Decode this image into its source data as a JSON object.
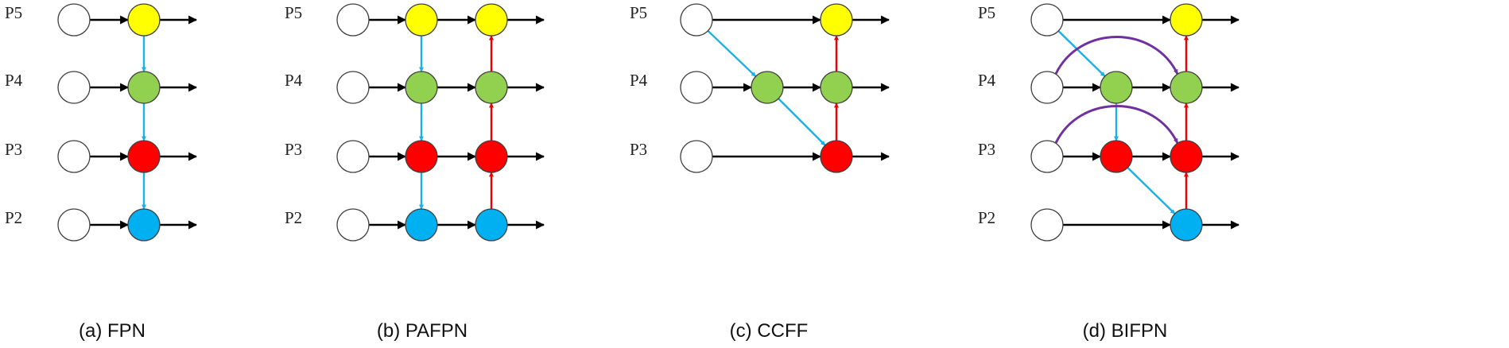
{
  "colors": {
    "input": "#ffffff",
    "p5": "#ffff00",
    "p4": "#92d050",
    "p3": "#ff0000",
    "p2": "#00b0f0",
    "lateral": "#000000",
    "top_down": "#1ab0e8",
    "bottom_up": "#ee0000",
    "skip": "#7030a0"
  },
  "panels": [
    {
      "caption": "(a) FPN",
      "levels": [
        "P5",
        "P4",
        "P3",
        "P2"
      ],
      "nodes": [
        {
          "id": "i5",
          "fill": "input"
        },
        {
          "id": "i4",
          "fill": "input"
        },
        {
          "id": "i3",
          "fill": "input"
        },
        {
          "id": "i2",
          "fill": "input"
        },
        {
          "id": "t5",
          "fill": "p5"
        },
        {
          "id": "t4",
          "fill": "p4"
        },
        {
          "id": "t3",
          "fill": "p3"
        },
        {
          "id": "t2",
          "fill": "p2"
        }
      ],
      "edges": [
        {
          "from": "i5",
          "to": "t5",
          "kind": "lateral"
        },
        {
          "from": "i4",
          "to": "t4",
          "kind": "lateral"
        },
        {
          "from": "i3",
          "to": "t3",
          "kind": "lateral"
        },
        {
          "from": "i2",
          "to": "t2",
          "kind": "lateral"
        },
        {
          "from": "t5",
          "to": "t4",
          "kind": "top_down"
        },
        {
          "from": "t4",
          "to": "t3",
          "kind": "top_down"
        },
        {
          "from": "t3",
          "to": "t2",
          "kind": "top_down"
        },
        {
          "from": "t5",
          "to": "out",
          "kind": "lateral"
        },
        {
          "from": "t4",
          "to": "out",
          "kind": "lateral"
        },
        {
          "from": "t3",
          "to": "out",
          "kind": "lateral"
        },
        {
          "from": "t2",
          "to": "out",
          "kind": "lateral"
        }
      ]
    },
    {
      "caption": "(b) PAFPN",
      "levels": [
        "P5",
        "P4",
        "P3",
        "P2"
      ],
      "nodes": [
        {
          "id": "i5",
          "fill": "input"
        },
        {
          "id": "i4",
          "fill": "input"
        },
        {
          "id": "i3",
          "fill": "input"
        },
        {
          "id": "i2",
          "fill": "input"
        },
        {
          "id": "t5",
          "fill": "p5"
        },
        {
          "id": "t4",
          "fill": "p4"
        },
        {
          "id": "t3",
          "fill": "p3"
        },
        {
          "id": "t2",
          "fill": "p2"
        },
        {
          "id": "b5",
          "fill": "p5"
        },
        {
          "id": "b4",
          "fill": "p4"
        },
        {
          "id": "b3",
          "fill": "p3"
        },
        {
          "id": "b2",
          "fill": "p2"
        }
      ],
      "edges": [
        {
          "from": "i5",
          "to": "t5",
          "kind": "lateral"
        },
        {
          "from": "i4",
          "to": "t4",
          "kind": "lateral"
        },
        {
          "from": "i3",
          "to": "t3",
          "kind": "lateral"
        },
        {
          "from": "i2",
          "to": "t2",
          "kind": "lateral"
        },
        {
          "from": "t5",
          "to": "t4",
          "kind": "top_down"
        },
        {
          "from": "t4",
          "to": "t3",
          "kind": "top_down"
        },
        {
          "from": "t3",
          "to": "t2",
          "kind": "top_down"
        },
        {
          "from": "t5",
          "to": "b5",
          "kind": "lateral"
        },
        {
          "from": "t4",
          "to": "b4",
          "kind": "lateral"
        },
        {
          "from": "t3",
          "to": "b3",
          "kind": "lateral"
        },
        {
          "from": "t2",
          "to": "b2",
          "kind": "lateral"
        },
        {
          "from": "b2",
          "to": "b3",
          "kind": "bottom_up"
        },
        {
          "from": "b3",
          "to": "b4",
          "kind": "bottom_up"
        },
        {
          "from": "b4",
          "to": "b5",
          "kind": "bottom_up"
        },
        {
          "from": "b5",
          "to": "out",
          "kind": "lateral"
        },
        {
          "from": "b4",
          "to": "out",
          "kind": "lateral"
        },
        {
          "from": "b3",
          "to": "out",
          "kind": "lateral"
        },
        {
          "from": "b2",
          "to": "out",
          "kind": "lateral"
        }
      ]
    },
    {
      "caption": "(c) CCFF",
      "levels": [
        "P5",
        "P4",
        "P3"
      ],
      "nodes": [
        {
          "id": "i5",
          "fill": "input"
        },
        {
          "id": "i4",
          "fill": "input"
        },
        {
          "id": "i3",
          "fill": "input"
        },
        {
          "id": "m4",
          "fill": "p4"
        },
        {
          "id": "b5",
          "fill": "p5"
        },
        {
          "id": "b4",
          "fill": "p4"
        },
        {
          "id": "b3",
          "fill": "p3"
        }
      ],
      "edges": [
        {
          "from": "i5",
          "to": "b5",
          "kind": "lateral"
        },
        {
          "from": "i4",
          "to": "m4",
          "kind": "lateral"
        },
        {
          "from": "m4",
          "to": "b4",
          "kind": "lateral"
        },
        {
          "from": "i3",
          "to": "b3",
          "kind": "lateral"
        },
        {
          "from": "i5",
          "to": "m4",
          "kind": "top_down"
        },
        {
          "from": "m4",
          "to": "b3",
          "kind": "top_down"
        },
        {
          "from": "b3",
          "to": "b4",
          "kind": "bottom_up"
        },
        {
          "from": "b4",
          "to": "b5",
          "kind": "bottom_up"
        },
        {
          "from": "b5",
          "to": "out",
          "kind": "lateral"
        },
        {
          "from": "b4",
          "to": "out",
          "kind": "lateral"
        },
        {
          "from": "b3",
          "to": "out",
          "kind": "lateral"
        }
      ]
    },
    {
      "caption": "(d) BIFPN",
      "levels": [
        "P5",
        "P4",
        "P3",
        "P2"
      ],
      "nodes": [
        {
          "id": "i5",
          "fill": "input"
        },
        {
          "id": "i4",
          "fill": "input"
        },
        {
          "id": "i3",
          "fill": "input"
        },
        {
          "id": "i2",
          "fill": "input"
        },
        {
          "id": "m4",
          "fill": "p4"
        },
        {
          "id": "m3",
          "fill": "p3"
        },
        {
          "id": "b5",
          "fill": "p5"
        },
        {
          "id": "b4",
          "fill": "p4"
        },
        {
          "id": "b3",
          "fill": "p3"
        },
        {
          "id": "b2",
          "fill": "p2"
        }
      ],
      "edges": [
        {
          "from": "i5",
          "to": "b5",
          "kind": "lateral"
        },
        {
          "from": "i4",
          "to": "m4",
          "kind": "lateral"
        },
        {
          "from": "m4",
          "to": "b4",
          "kind": "lateral"
        },
        {
          "from": "i3",
          "to": "m3",
          "kind": "lateral"
        },
        {
          "from": "m3",
          "to": "b3",
          "kind": "lateral"
        },
        {
          "from": "i2",
          "to": "b2",
          "kind": "lateral"
        },
        {
          "from": "i5",
          "to": "m4",
          "kind": "top_down"
        },
        {
          "from": "m4",
          "to": "m3",
          "kind": "top_down"
        },
        {
          "from": "m3",
          "to": "b2",
          "kind": "top_down"
        },
        {
          "from": "b2",
          "to": "b3",
          "kind": "bottom_up"
        },
        {
          "from": "b3",
          "to": "b4",
          "kind": "bottom_up"
        },
        {
          "from": "b4",
          "to": "b5",
          "kind": "bottom_up"
        },
        {
          "from": "i4",
          "to": "b4",
          "kind": "skip"
        },
        {
          "from": "i3",
          "to": "b3",
          "kind": "skip"
        },
        {
          "from": "b5",
          "to": "out",
          "kind": "lateral"
        },
        {
          "from": "b4",
          "to": "out",
          "kind": "lateral"
        },
        {
          "from": "b3",
          "to": "out",
          "kind": "lateral"
        },
        {
          "from": "b2",
          "to": "out",
          "kind": "lateral"
        }
      ]
    }
  ]
}
